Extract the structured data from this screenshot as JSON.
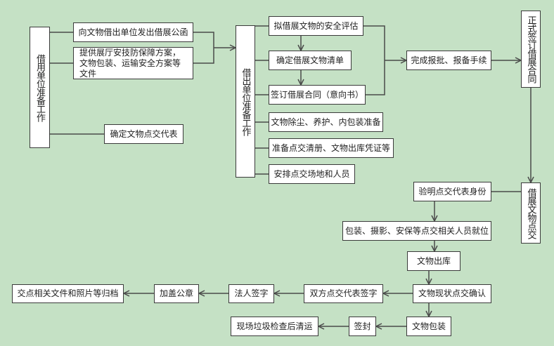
{
  "diagram": {
    "background": "#c5e1c5",
    "nodes": {
      "borrower_prep": "借用单位准备工作",
      "send_letter": "向文物借出单位发出借展公函",
      "provide_plans": "提供展厅安技防保障方案，文物包装、运输安全方案等文件",
      "confirm_rep": "确定文物点交代表",
      "lender_prep": "借出单位准备工作",
      "safety_assessment": "拟借展文物的安全评估",
      "confirm_list": "确定借展文物清单",
      "sign_intent": "签订借展合同（意向书）",
      "dust_care": "文物除尘、养护、内包装准备",
      "prepare_docs": "准备点交清册、文物出库凭证等",
      "arrange_site": "安排点交场地和人员",
      "approval": "完成报批、报备手续",
      "sign_contract": "正式签订借展合同",
      "handover": "借展文物点交",
      "verify_identity": "验明点交代表身份",
      "staff_ready": "包装、摄影、安保等点交相关人员就位",
      "outbound": "文物出库",
      "condition_confirm": "文物现状点交确认",
      "both_sign": "双方点交代表签字",
      "legal_sign": "法人签字",
      "stamp": "加盖公章",
      "archive": "交点相关文件和照片等归档",
      "packing": "文物包装",
      "seal": "签封",
      "cleanup": "现场垃圾检查后清运"
    }
  }
}
